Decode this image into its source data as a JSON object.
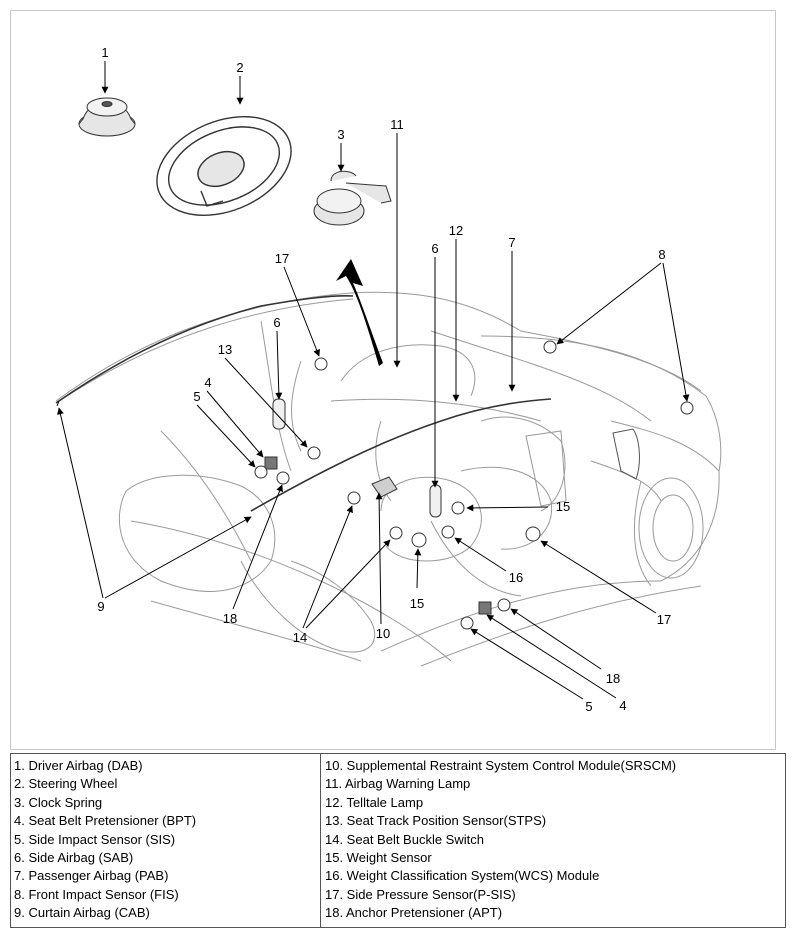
{
  "callouts": [
    "1",
    "2",
    "3",
    "11",
    "12",
    "6",
    "7",
    "8",
    "17",
    "6",
    "13",
    "4",
    "5",
    "15",
    "16",
    "15",
    "17",
    "9",
    "18",
    "14",
    "10",
    "18",
    "4",
    "5"
  ],
  "legend": {
    "left": [
      "1. Driver Airbag (DAB)",
      "2. Steering Wheel",
      "3. Clock Spring",
      "4. Seat Belt Pretensioner (BPT)",
      "5. Side Impact Sensor (SIS)",
      "6. Side Airbag (SAB)",
      "7. Passenger Airbag (PAB)",
      "8. Front Impact Sensor (FIS)",
      "9. Curtain Airbag (CAB)"
    ],
    "right": [
      "10. Supplemental Restraint System Control Module(SRSCM)",
      "11. Airbag Warning Lamp",
      "12. Telltale Lamp",
      "13. Seat Track Position Sensor(STPS)",
      "14. Seat Belt Buckle Switch",
      "15. Weight Sensor",
      "16. Weight Classification System(WCS) Module",
      "17. Side Pressure Sensor(P-SIS)",
      "18. Anchor Pretensioner (APT)"
    ]
  }
}
